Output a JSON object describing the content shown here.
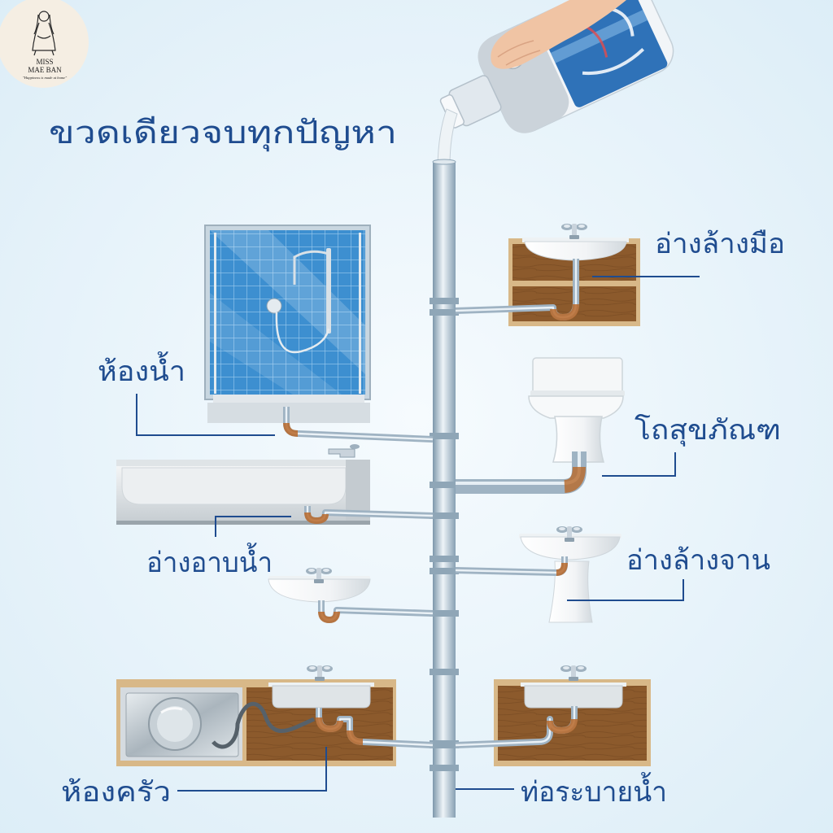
{
  "logo": {
    "name_line1": "MISS",
    "name_line2": "MAE BAN",
    "tagline": "\"Happiness is made at home\""
  },
  "title": "ขวดเดียวจบทุกปัญหา",
  "labels": {
    "hand_sink": "อ่างล้างมือ",
    "bathroom": "ห้องน้ำ",
    "toilet": "โถสุขภัณฑ",
    "bathtub": "อ่างอาบน้ำ",
    "dish_sink": "อ่างล้างจาน",
    "kitchen": "ห้องครัว",
    "drain_pipe": "ท่อระบายน้ำ"
  },
  "icons": [
    "drain-cleaner-bottle",
    "hand-icon",
    "shower-icon",
    "bathtub-icon",
    "toilet-icon",
    "sink-icon",
    "faucet-icon",
    "washing-machine-icon",
    "drain-pipe-icon"
  ],
  "colors": {
    "background": "#e9f4fa",
    "label_text": "#1f4c8f",
    "cabinet_wood": "#8c5a2c",
    "cabinet_frame": "#d8b888",
    "shower_tile": "#3d8fd0",
    "pipe_steel": "#9fb3c3",
    "clog_residue": "#b8692a"
  }
}
